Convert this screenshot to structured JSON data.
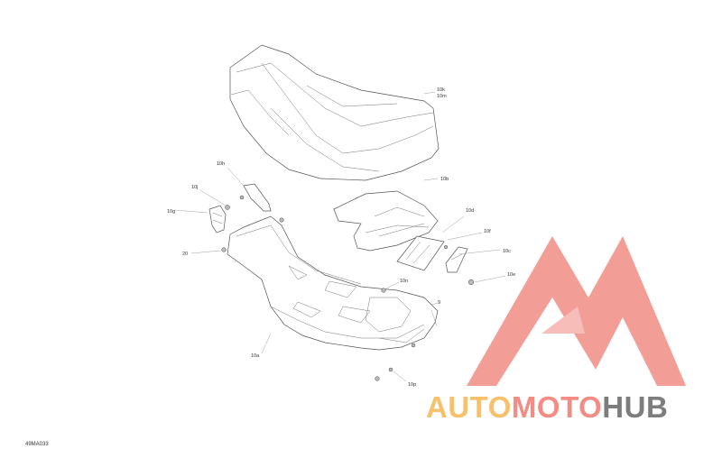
{
  "diagram": {
    "ref_code": "49MA033",
    "callouts": [
      {
        "id": "c-10k",
        "text": "10k"
      },
      {
        "id": "c-10m",
        "text": "10m"
      },
      {
        "id": "c-10h",
        "text": "10h"
      },
      {
        "id": "c-10b",
        "text": "10b"
      },
      {
        "id": "c-10j",
        "text": "10j"
      },
      {
        "id": "c-10g",
        "text": "10g"
      },
      {
        "id": "c-10d",
        "text": "10d"
      },
      {
        "id": "c-10f",
        "text": "10f"
      },
      {
        "id": "c-20",
        "text": "20"
      },
      {
        "id": "c-10c",
        "text": "10c"
      },
      {
        "id": "c-10e",
        "text": "10e"
      },
      {
        "id": "c-10n",
        "text": "10n"
      },
      {
        "id": "c-9",
        "text": "9"
      },
      {
        "id": "c-10a",
        "text": "10a"
      },
      {
        "id": "c-10p",
        "text": "10p"
      }
    ]
  },
  "watermark": {
    "part1": "AUTO",
    "part2": "MOTO",
    "part3": "HUB",
    "color1": "#f7c16b",
    "color2": "#f28c85",
    "color3": "#7d7d7d",
    "mark_color": "#f28c85"
  }
}
